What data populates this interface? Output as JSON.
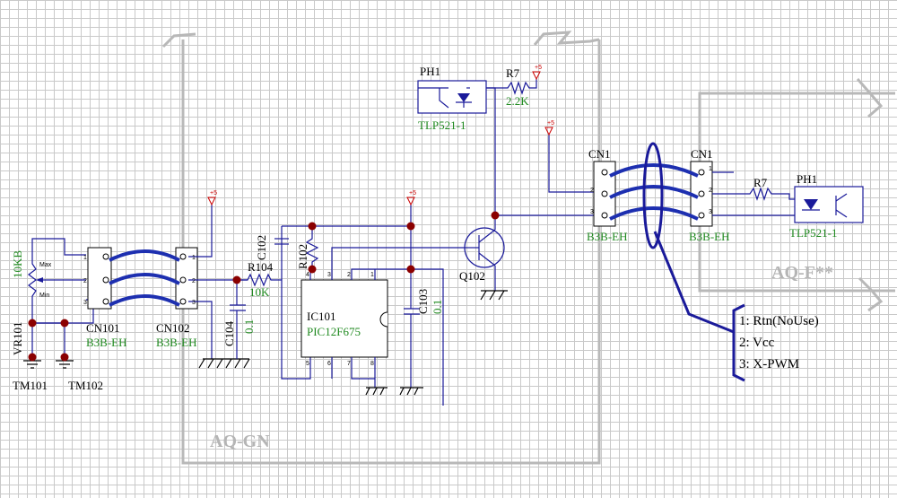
{
  "labels": {
    "ph1_top": "PH1",
    "r7_top": "R7",
    "r7_top_val": "2.2K",
    "tlp_top": "TLP521-1",
    "cn1_left": "CN1",
    "cn1_right": "CN1",
    "b3b_cn1_left": "B3B-EH",
    "b3b_cn1_right": "B3B-EH",
    "r7_right": "R7",
    "ph1_right": "PH1",
    "tlp_right": "TLP521-1",
    "aq_f": "AQ-F**",
    "vr101_val": "10KB",
    "vr101": "VR101",
    "max": "Max",
    "min": "Min",
    "cn101": "CN101",
    "b3b_cn101": "B3B-EH",
    "cn102": "CN102",
    "b3b_cn102": "B3B-EH",
    "tm101": "TM101",
    "tm102": "TM102",
    "c102": "C102",
    "r104": "R104",
    "r104_val": "10K",
    "r102": "R102",
    "c104": "C104",
    "c104_val": "0.1",
    "ic101": "IC101",
    "ic101_part": "PIC12F675",
    "c103": "C103",
    "c103_val": "0.1",
    "q102": "Q102",
    "aq_gn": "AQ-GN",
    "plus5": "+5"
  },
  "legend": [
    "1: Rtn(NoUse)",
    "2: Vcc",
    "3: X-PWM"
  ],
  "pins": {
    "p1": "1",
    "p2": "2",
    "p3": "3",
    "p4": "4",
    "p5": "5",
    "p6": "6",
    "p7": "7",
    "p8": "8"
  },
  "colors": {
    "wire": "#1a1a9a",
    "cable": "#1d2fb0",
    "junction": "#8b0000",
    "value_text": "#208a20",
    "board_outline": "#b8b8b8",
    "power_symbol": "#cc0000"
  }
}
